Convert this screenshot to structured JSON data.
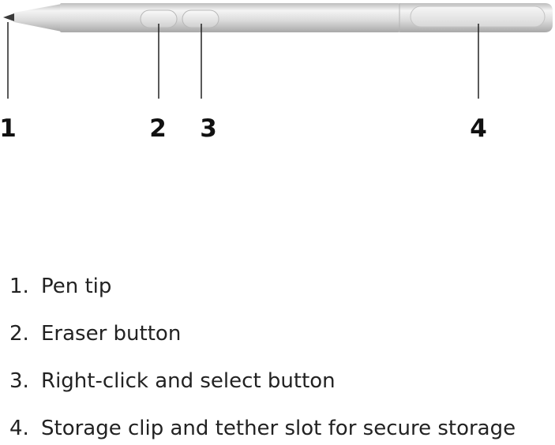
{
  "callouts": [
    {
      "number": "1"
    },
    {
      "number": "2"
    },
    {
      "number": "3"
    },
    {
      "number": "4"
    }
  ],
  "legend": [
    {
      "index": "1.",
      "text": "Pen tip"
    },
    {
      "index": "2.",
      "text": "Eraser button"
    },
    {
      "index": "3.",
      "text": "Right-click and select button"
    },
    {
      "index": "4.",
      "text": "Storage clip and tether slot for secure storage"
    }
  ],
  "colors": {
    "pen_body": "#dcdcdc",
    "pen_highlight": "#f2f2f2",
    "pen_shadow": "#a9a9a9",
    "tip": "#333333",
    "leader_line": "#222222"
  }
}
